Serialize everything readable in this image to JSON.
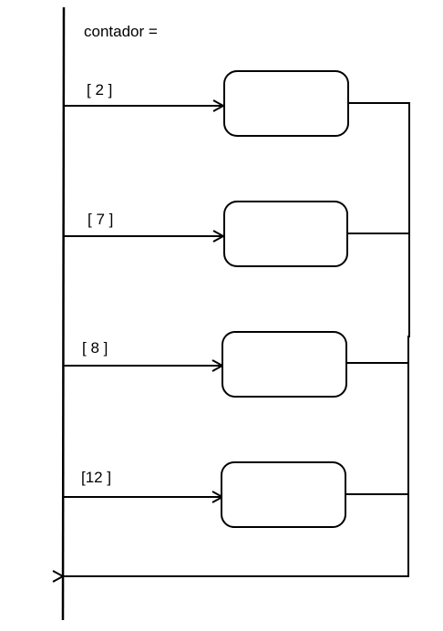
{
  "title": "contador =",
  "branches": [
    {
      "guard": "[ 2 ]"
    },
    {
      "guard": "[ 7 ]"
    },
    {
      "guard": "[ 8 ]"
    },
    {
      "guard": "[12 ]"
    }
  ]
}
